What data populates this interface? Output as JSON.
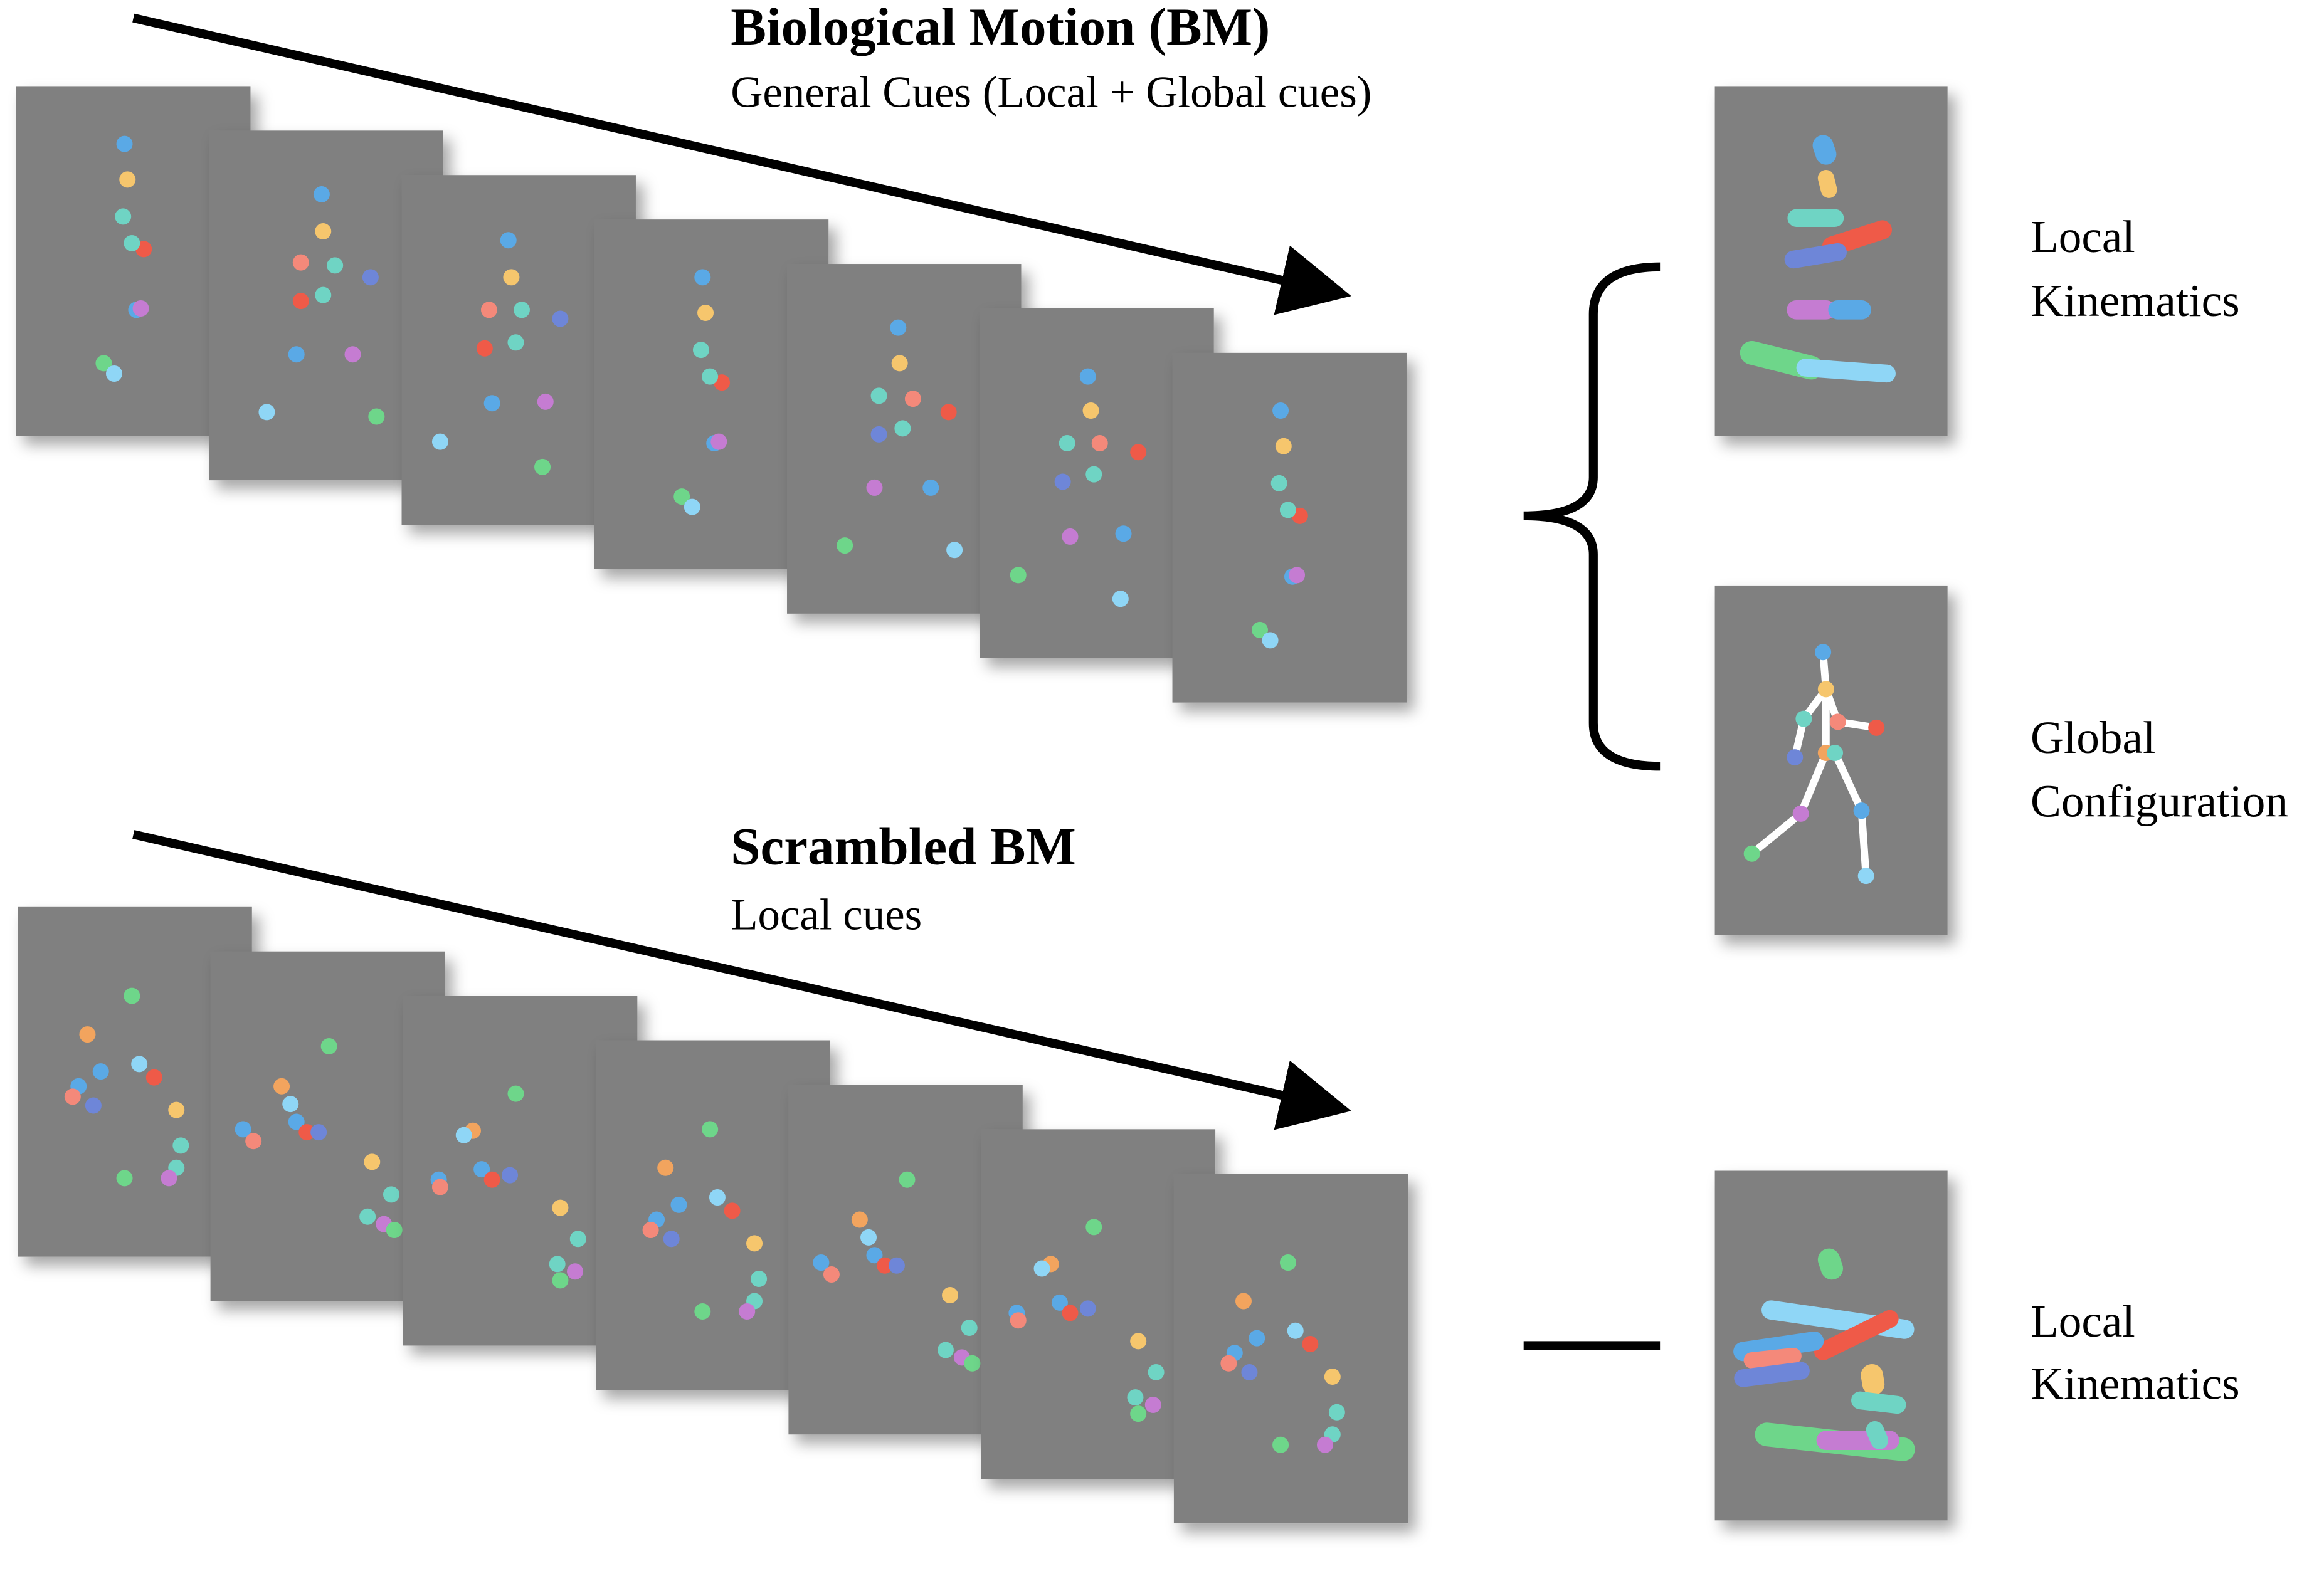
{
  "bm": {
    "title": "Biological Motion (BM)",
    "subtitle": "General Cues (Local + Global cues)"
  },
  "scrambled": {
    "title": "Scrambled BM",
    "subtitle": "Local cues"
  },
  "right_labels": {
    "top": [
      "Local",
      "Kinematics"
    ],
    "middle": [
      "Global",
      "Configuration"
    ],
    "bottom": [
      "Local",
      "Kinematics"
    ]
  },
  "colors": {
    "frame": "#808080",
    "blue": "#5aa9e6",
    "yellow": "#f6c66d",
    "teal": "#6fd4c4",
    "red": "#ef5a48",
    "salmon": "#f4897a",
    "purple": "#c57cd2",
    "green": "#6ed68a",
    "lightblue": "#8fd6f6",
    "indigo": "#6e86d8",
    "orange": "#f2a45e"
  }
}
